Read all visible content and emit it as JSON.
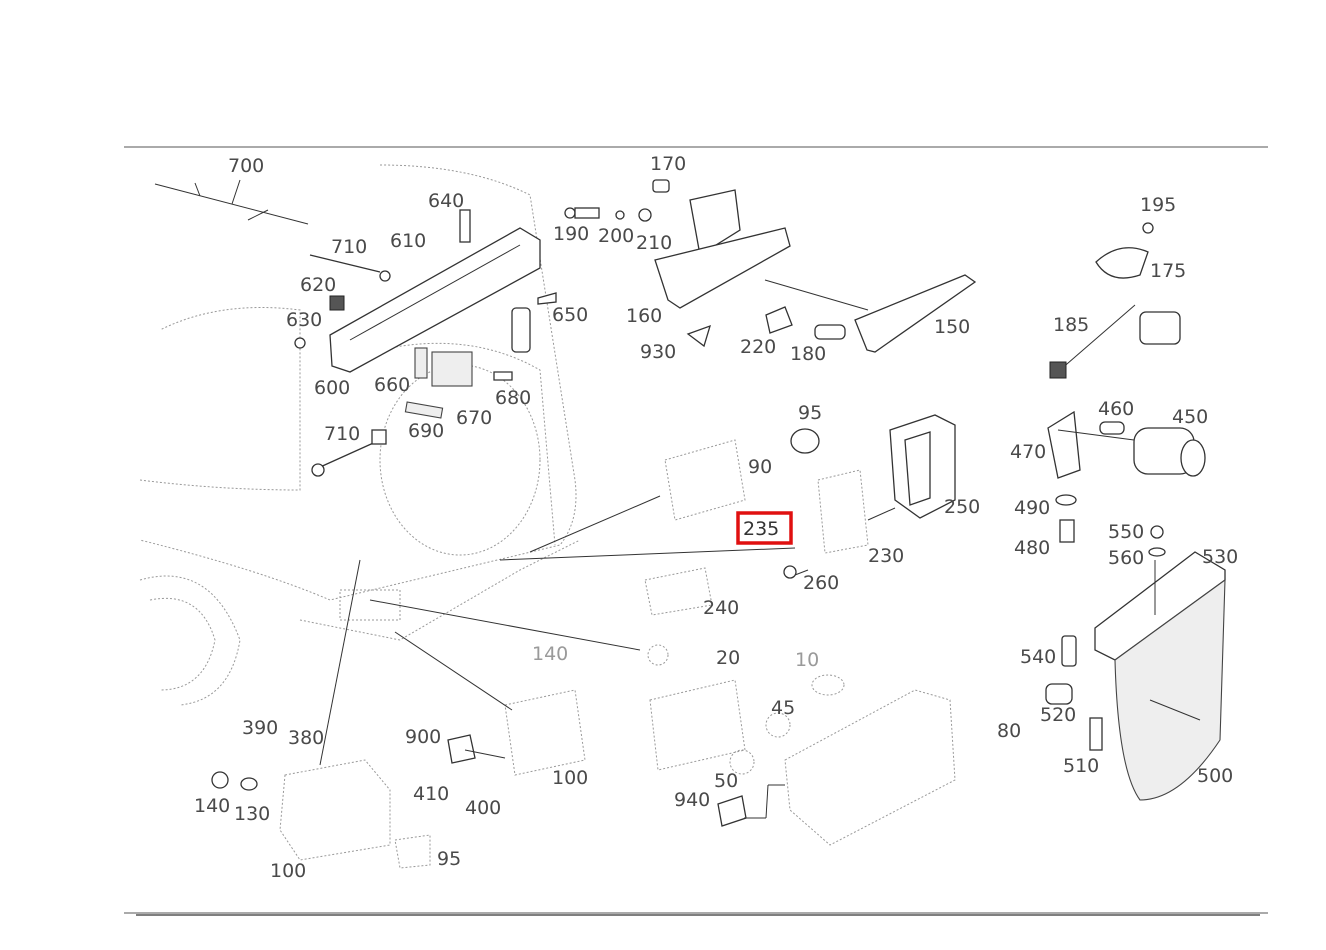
{
  "diagram": {
    "highlight_color": "#e01010",
    "highlighted_callout": "235",
    "callouts": [
      {
        "id": "c700",
        "text": "700"
      },
      {
        "id": "c640",
        "text": "640"
      },
      {
        "id": "c710a",
        "text": "710"
      },
      {
        "id": "c610",
        "text": "610"
      },
      {
        "id": "c620",
        "text": "620"
      },
      {
        "id": "c630",
        "text": "630"
      },
      {
        "id": "c600",
        "text": "600"
      },
      {
        "id": "c660",
        "text": "660"
      },
      {
        "id": "c670",
        "text": "670"
      },
      {
        "id": "c680",
        "text": "680"
      },
      {
        "id": "c650",
        "text": "650"
      },
      {
        "id": "c690",
        "text": "690"
      },
      {
        "id": "c710b",
        "text": "710"
      },
      {
        "id": "c170",
        "text": "170"
      },
      {
        "id": "c190",
        "text": "190"
      },
      {
        "id": "c200",
        "text": "200"
      },
      {
        "id": "c210",
        "text": "210"
      },
      {
        "id": "c160",
        "text": "160"
      },
      {
        "id": "c930",
        "text": "930"
      },
      {
        "id": "c220",
        "text": "220"
      },
      {
        "id": "c180",
        "text": "180"
      },
      {
        "id": "c150",
        "text": "150"
      },
      {
        "id": "c195",
        "text": "195"
      },
      {
        "id": "c175",
        "text": "175"
      },
      {
        "id": "c185",
        "text": "185"
      },
      {
        "id": "c95a",
        "text": "95"
      },
      {
        "id": "c90",
        "text": "90"
      },
      {
        "id": "c250",
        "text": "250"
      },
      {
        "id": "c235",
        "text": "235"
      },
      {
        "id": "c230",
        "text": "230"
      },
      {
        "id": "c260",
        "text": "260"
      },
      {
        "id": "c240",
        "text": "240"
      },
      {
        "id": "c460",
        "text": "460"
      },
      {
        "id": "c450",
        "text": "450"
      },
      {
        "id": "c470",
        "text": "470"
      },
      {
        "id": "c490",
        "text": "490"
      },
      {
        "id": "c480",
        "text": "480"
      },
      {
        "id": "c550",
        "text": "550"
      },
      {
        "id": "c560",
        "text": "560"
      },
      {
        "id": "c530",
        "text": "530"
      },
      {
        "id": "c540",
        "text": "540"
      },
      {
        "id": "c520",
        "text": "520"
      },
      {
        "id": "c510",
        "text": "510"
      },
      {
        "id": "c500",
        "text": "500"
      },
      {
        "id": "c140a",
        "text": "140"
      },
      {
        "id": "c20",
        "text": "20"
      },
      {
        "id": "c10",
        "text": "10"
      },
      {
        "id": "c45",
        "text": "45"
      },
      {
        "id": "c50",
        "text": "50"
      },
      {
        "id": "c80",
        "text": "80"
      },
      {
        "id": "c940",
        "text": "940"
      },
      {
        "id": "c390",
        "text": "390"
      },
      {
        "id": "c380",
        "text": "380"
      },
      {
        "id": "c900",
        "text": "900"
      },
      {
        "id": "c100a",
        "text": "100"
      },
      {
        "id": "c140b",
        "text": "140"
      },
      {
        "id": "c130",
        "text": "130"
      },
      {
        "id": "c410",
        "text": "410"
      },
      {
        "id": "c400",
        "text": "400"
      },
      {
        "id": "c95b",
        "text": "95"
      },
      {
        "id": "c100b",
        "text": "100"
      }
    ]
  }
}
